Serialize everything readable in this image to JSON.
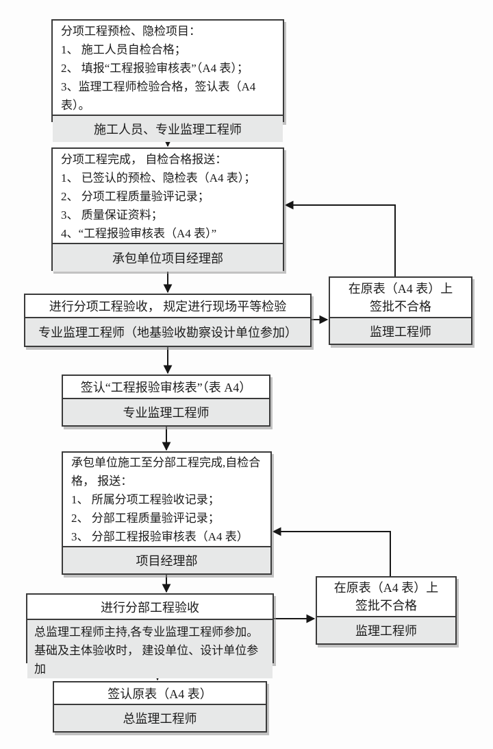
{
  "flowchart": {
    "boxes": {
      "step1": {
        "lines": [
          "分项工程预检、隐检项目：",
          "1、 施工人员自检合格；",
          "2、 填报“工程报验审核表”（A4 表）；",
          "3、监理工程师检验合格，签认表（A4 表）。"
        ],
        "footer": "施工人员、专业监理工程师"
      },
      "step2": {
        "lines": [
          "分项工程完成， 自检合格报送：",
          "1、 已签认的预检、隐检表（A4 表）；",
          "2、 分项工程质量验评记录；",
          "3、 质量保证资料；",
          "4、“工程报验审核表（A4 表）”"
        ],
        "footer": "承包单位项目经理部"
      },
      "step3": {
        "title": "进行分项工程验收， 规定进行现场平等检验",
        "footer": "专业监理工程师（地基验收勘察设计单位参加）"
      },
      "reject1": {
        "title_line1": "在原表（A4 表）上",
        "title_line2": "签批不合格",
        "footer": "监理工程师"
      },
      "step4": {
        "title": "签认“工程报验审核表”（表 A4）",
        "footer": "专业监理工程师"
      },
      "step5": {
        "lines": [
          "承包单位施工至分部工程完成,自检合格， 报送：",
          "1、 所属分项工程验收记录；",
          "2、 分部工程质量验评记录；",
          "3、 分部工程报验审核表（A4 表）"
        ],
        "footer": "项目经理部"
      },
      "step6": {
        "title": "进行分部工程验收",
        "footer": "总监理工程师主持,各专业监理工程师参加。基础及主体验收时， 建设单位、设计单位参加"
      },
      "reject2": {
        "title_line1": "在原表（A4 表）上",
        "title_line2": "签批不合格",
        "footer": "监理工程师"
      },
      "step7": {
        "title": "签认原表（A4 表）",
        "footer": "总监理工程师"
      }
    },
    "edges": [
      {
        "from": "step1",
        "to": "step2",
        "type": "arrow-down"
      },
      {
        "from": "step2",
        "to": "step3",
        "type": "arrow-down"
      },
      {
        "from": "step3",
        "to": "reject1",
        "type": "arrow-right"
      },
      {
        "from": "reject1",
        "to": "step2",
        "type": "arrow-up-left-loop"
      },
      {
        "from": "step3",
        "to": "step4",
        "type": "arrow-down"
      },
      {
        "from": "step4",
        "to": "step5",
        "type": "arrow-down"
      },
      {
        "from": "step5",
        "to": "step6",
        "type": "arrow-down"
      },
      {
        "from": "step6",
        "to": "reject2",
        "type": "arrow-right"
      },
      {
        "from": "reject2",
        "to": "step5",
        "type": "arrow-up-left-loop"
      },
      {
        "from": "step6",
        "to": "step7",
        "type": "arrow-down"
      }
    ]
  }
}
